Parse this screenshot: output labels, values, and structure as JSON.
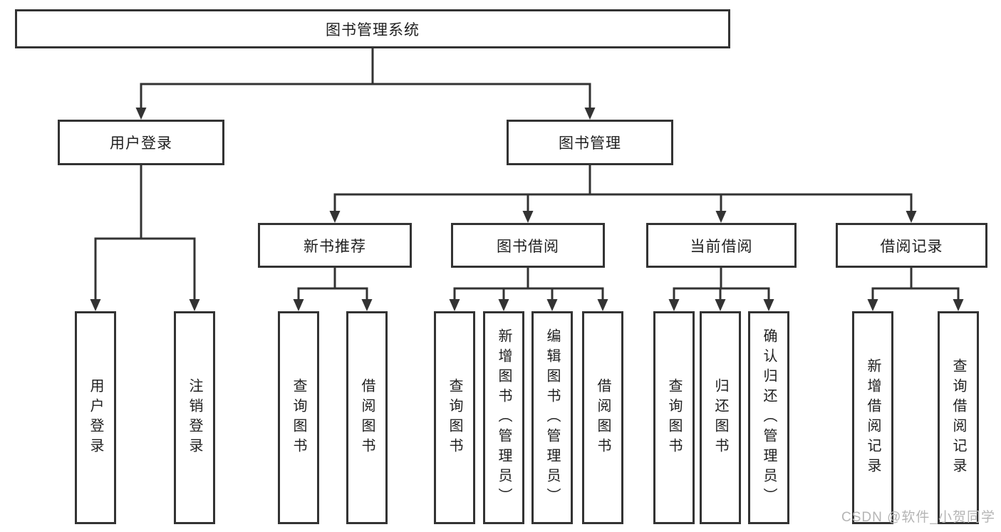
{
  "diagram_title": "图书管理系统",
  "colors": {
    "line": "#333333",
    "text": "#1f1f1f",
    "background": "#ffffff",
    "watermark": "#b5b5b5"
  },
  "nodes": {
    "root": "图书管理系统",
    "login": "用户登录",
    "mgmt": "图书管理",
    "newbook": "新书推荐",
    "borrow": "图书借阅",
    "current": "当前借阅",
    "records": "借阅记录",
    "leaves": [
      "用户登录",
      "注销登录",
      "查询图书",
      "借阅图书",
      "查询图书",
      "新增图书（管理员）",
      "编辑图书（管理员）",
      "借阅图书",
      "查询图书",
      "归还图书",
      "确认归还（管理员）",
      "新增借阅记录",
      "查询借阅记录"
    ]
  },
  "watermark": "CSDN @软件_小贺同学"
}
